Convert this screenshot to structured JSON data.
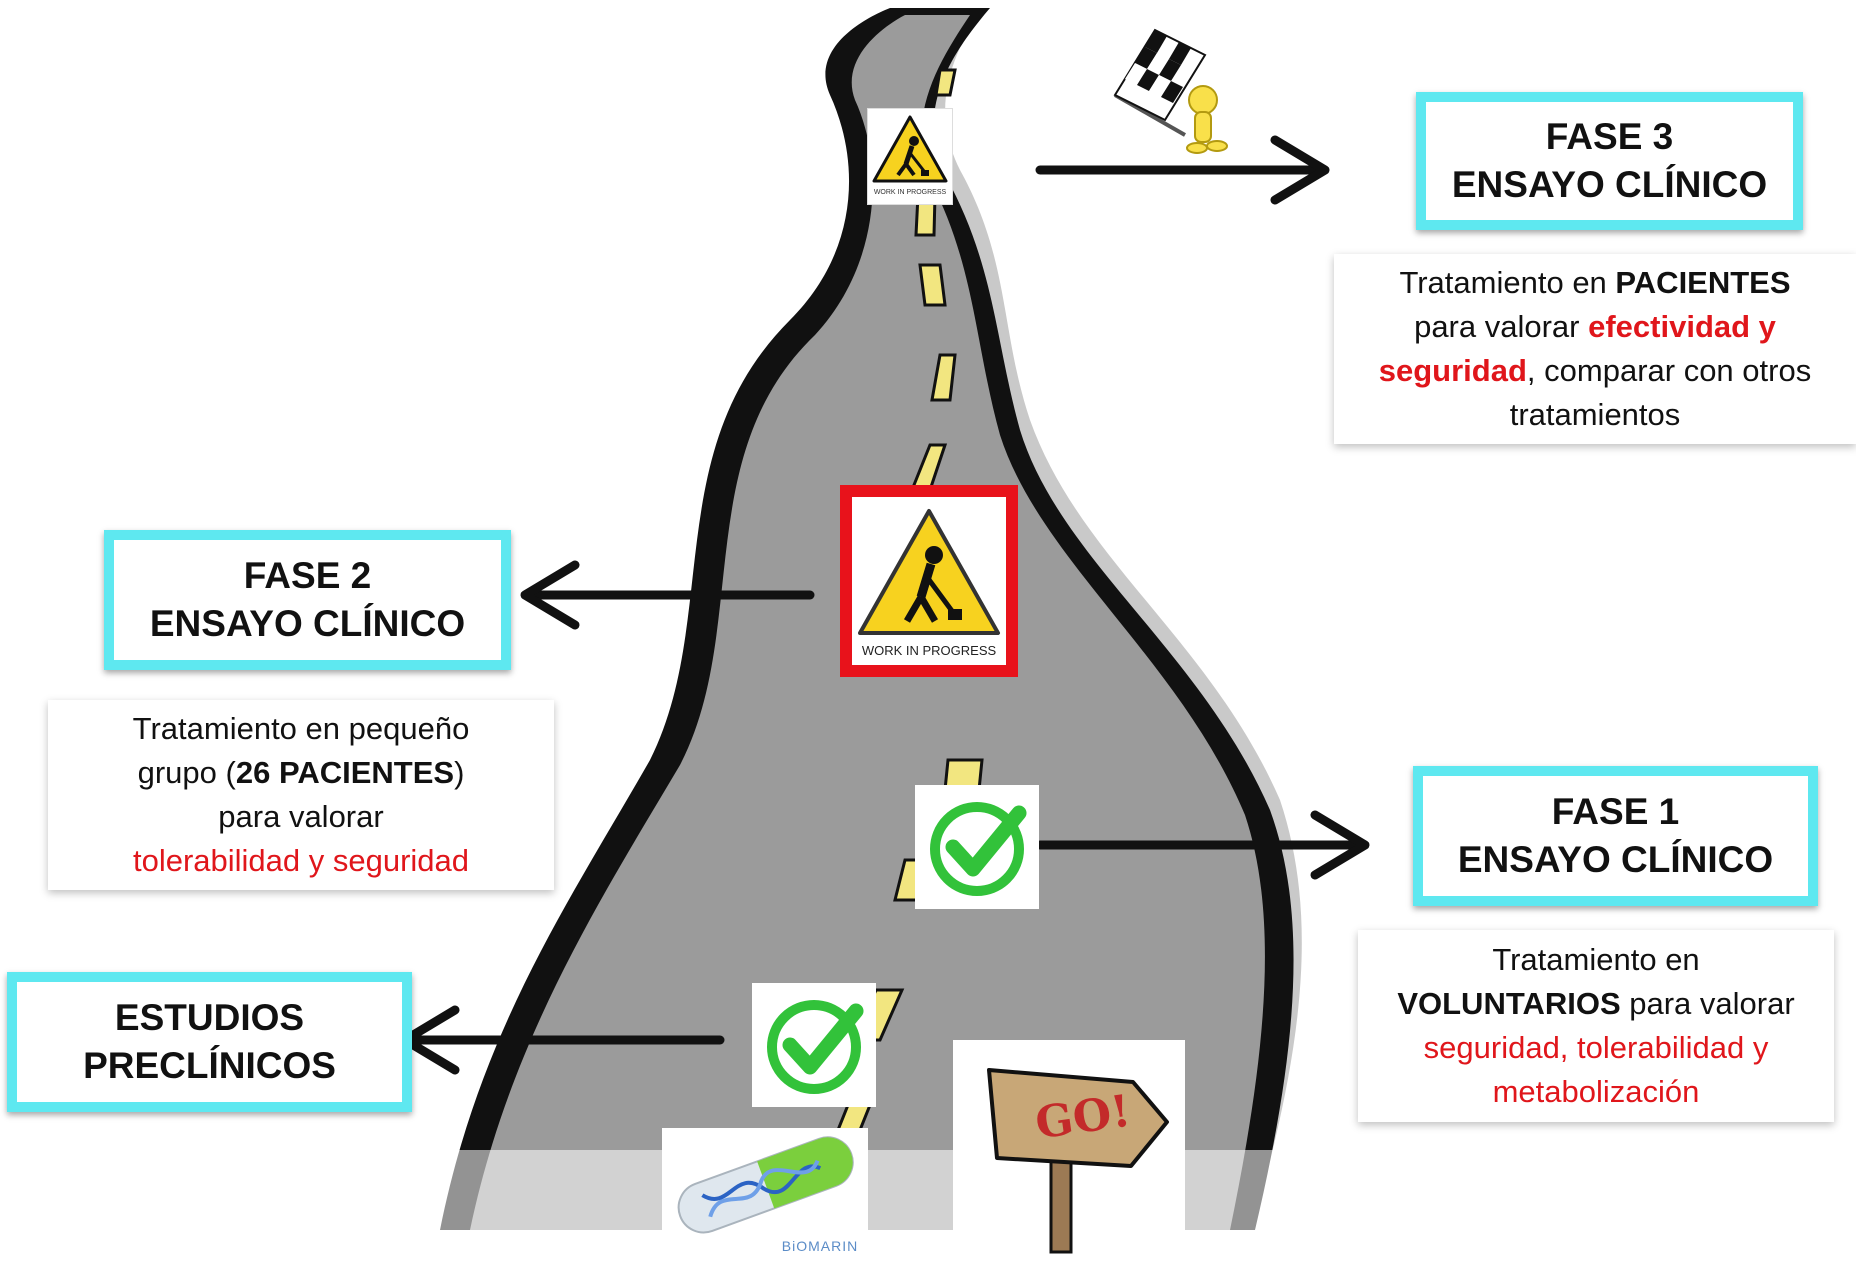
{
  "phases": {
    "fase3": {
      "title1": "FASE 3",
      "title2": "ENSAYO CLÍNICO"
    },
    "fase2": {
      "title1": "FASE 2",
      "title2": "ENSAYO CLÍNICO"
    },
    "fase1": {
      "title1": "FASE 1",
      "title2": "ENSAYO CLÍNICO"
    },
    "preclinicos": {
      "title1": "ESTUDIOS",
      "title2": "PRECLÍNICOS"
    }
  },
  "descriptions": {
    "fase3": {
      "l1a": "Tratamiento en ",
      "l1b": "PACIENTES",
      "l2a": "para valorar ",
      "l2b": "efectividad y",
      "l3a": "seguridad",
      "l3b": ", comparar con otros",
      "l4": "tratamientos"
    },
    "fase2": {
      "l1": "Tratamiento en pequeño",
      "l2a": "grupo (",
      "l2b": "26 PACIENTES",
      "l2c": ")",
      "l3": "para valorar",
      "l4": "tolerabilidad y seguridad"
    },
    "fase1": {
      "l1": "Tratamiento en",
      "l2a": "VOLUNTARIOS",
      "l2b": " para valorar",
      "l3": "seguridad, tolerabilidad y",
      "l4": "metabolización"
    }
  },
  "signs": {
    "work_in_progress": "WORK IN PROGRESS",
    "go": "GO!",
    "brand": "BiOMARIN"
  },
  "colors": {
    "box_border": "#5ee8f0",
    "highlight": "#e0161b",
    "road": "#9b9b9b",
    "road_edge": "#111111",
    "lane_marks": "#f2e680",
    "check": "#32c23a",
    "current_frame": "#e8121b"
  }
}
